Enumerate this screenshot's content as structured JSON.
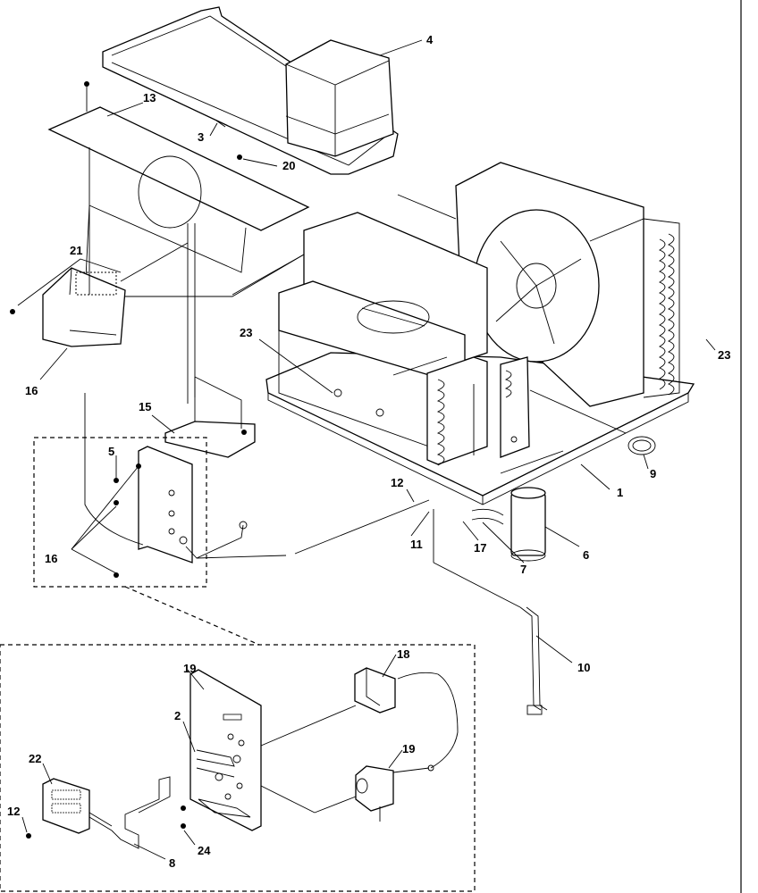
{
  "diagram": {
    "callouts": [
      {
        "id": "c1",
        "text": "1"
      },
      {
        "id": "c2",
        "text": "2"
      },
      {
        "id": "c3",
        "text": "3"
      },
      {
        "id": "c4",
        "text": "4"
      },
      {
        "id": "c5",
        "text": "5"
      },
      {
        "id": "c6",
        "text": "6"
      },
      {
        "id": "c7",
        "text": "7"
      },
      {
        "id": "c8",
        "text": "8"
      },
      {
        "id": "c9",
        "text": "9"
      },
      {
        "id": "c10",
        "text": "10"
      },
      {
        "id": "c11",
        "text": "11"
      },
      {
        "id": "c12a",
        "text": "12"
      },
      {
        "id": "c12b",
        "text": "12"
      },
      {
        "id": "c13",
        "text": "13"
      },
      {
        "id": "c14",
        "text": "14"
      },
      {
        "id": "c15",
        "text": "15"
      },
      {
        "id": "c16a",
        "text": "16"
      },
      {
        "id": "c16b",
        "text": "16"
      },
      {
        "id": "c17",
        "text": "17"
      },
      {
        "id": "c18",
        "text": "18"
      },
      {
        "id": "c19a",
        "text": "19"
      },
      {
        "id": "c19b",
        "text": "19"
      },
      {
        "id": "c20",
        "text": "20"
      },
      {
        "id": "c21",
        "text": "21"
      },
      {
        "id": "c22",
        "text": "22"
      },
      {
        "id": "c23",
        "text": "23"
      },
      {
        "id": "c24",
        "text": "24"
      }
    ]
  }
}
